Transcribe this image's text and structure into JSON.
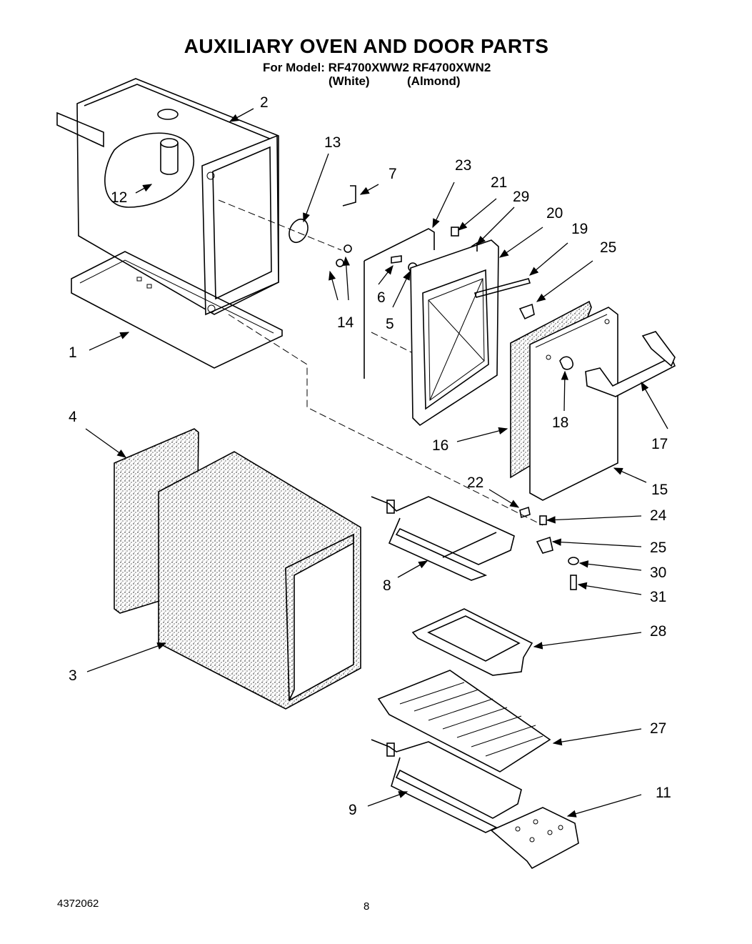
{
  "page": {
    "title": "AUXILIARY OVEN AND DOOR PARTS",
    "model_line": "For Model: RF4700XWW2 RF4700XWN2",
    "variant_white": "(White)",
    "variant_almond": "(Almond)",
    "doc_number": "4372062",
    "page_number": "8"
  },
  "callouts": {
    "c1": "1",
    "c2": "2",
    "c3": "3",
    "c4": "4",
    "c5": "5",
    "c6": "6",
    "c7": "7",
    "c8": "8",
    "c9": "9",
    "c11": "11",
    "c12": "12",
    "c13": "13",
    "c14": "14",
    "c15": "15",
    "c16": "16",
    "c17": "17",
    "c18": "18",
    "c19": "19",
    "c20": "20",
    "c21": "21",
    "c22": "22",
    "c23": "23",
    "c24": "24",
    "c25a": "25",
    "c25b": "25",
    "c27": "27",
    "c28": "28",
    "c29": "29",
    "c30": "30",
    "c31": "31"
  },
  "colors": {
    "ink": "#000000",
    "paper": "#ffffff"
  }
}
